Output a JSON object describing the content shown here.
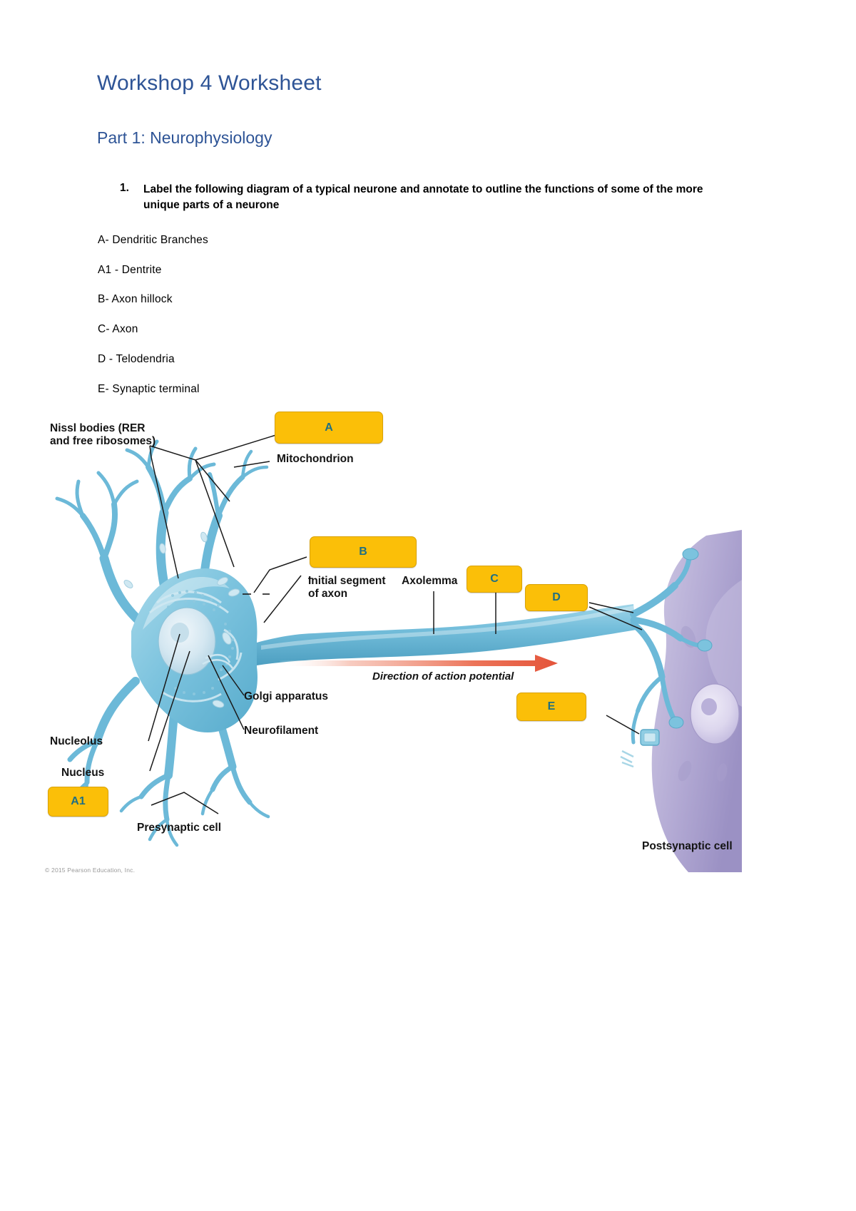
{
  "document": {
    "title": "Workshop 4 Worksheet",
    "section": "Part 1: Neurophysiology",
    "question_number": "1.",
    "question_text": "Label the following diagram of a typical neurone and annotate to outline the functions of some of the more unique parts of a neurone",
    "answers": [
      "A- Dendritic Branches",
      "A1 - Dentrite",
      "B- Axon hillock",
      "C- Axon",
      "D - Telodendria",
      "E- Synaptic terminal"
    ]
  },
  "figure": {
    "credit": "© 2015 Pearson Education, Inc.",
    "callouts": [
      {
        "id": "A",
        "label": "A"
      },
      {
        "id": "A1",
        "label": "A1"
      },
      {
        "id": "B",
        "label": "B"
      },
      {
        "id": "C",
        "label": "C"
      },
      {
        "id": "D",
        "label": "D"
      },
      {
        "id": "E",
        "label": "E"
      }
    ],
    "labels": [
      {
        "id": "nissl",
        "text": "Nissl bodies (RER\nand free ribosomes)"
      },
      {
        "id": "mitochondrion",
        "text": "Mitochondrion"
      },
      {
        "id": "initial-segment",
        "text": "Initial segment\nof axon"
      },
      {
        "id": "axolemma",
        "text": "Axolemma"
      },
      {
        "id": "golgi",
        "text": "Golgi apparatus"
      },
      {
        "id": "neurofilament",
        "text": "Neurofilament"
      },
      {
        "id": "nucleolus",
        "text": "Nucleolus"
      },
      {
        "id": "nucleus",
        "text": "Nucleus"
      },
      {
        "id": "direction",
        "text": "Direction of action potential"
      },
      {
        "id": "presynaptic",
        "text": "Presynaptic cell"
      },
      {
        "id": "postsynaptic",
        "text": "Postsynaptic cell"
      }
    ],
    "colors": {
      "callout_fill": "#fbbf08",
      "callout_border": "#d9a206",
      "callout_text": "#1f6f83",
      "neuron_blue": "#6cb9d8",
      "postsynaptic_purple": "#b0a8d0",
      "arrow_red": "#e8614a",
      "heading_blue": "#2e5496"
    }
  }
}
